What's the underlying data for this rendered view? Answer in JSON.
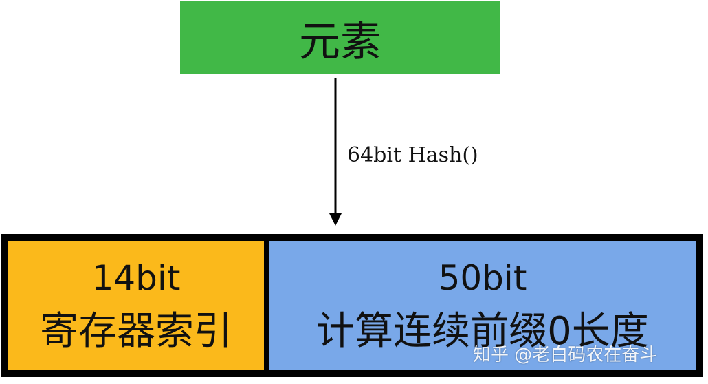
{
  "element": {
    "label": "元素"
  },
  "arrow": {
    "label": "64bit Hash()"
  },
  "register": {
    "index_cell": {
      "bits": "14bit",
      "description": "寄存器索引"
    },
    "prefix_cell": {
      "bits": "50bit",
      "description": "计算连续前缀0长度"
    }
  },
  "watermark": {
    "text": "知乎 @老白码农在奋斗"
  },
  "colors": {
    "element_fill": "#41b847",
    "index_fill": "#fbb91b",
    "prefix_fill": "#79a8e9",
    "frame": "#000000"
  }
}
